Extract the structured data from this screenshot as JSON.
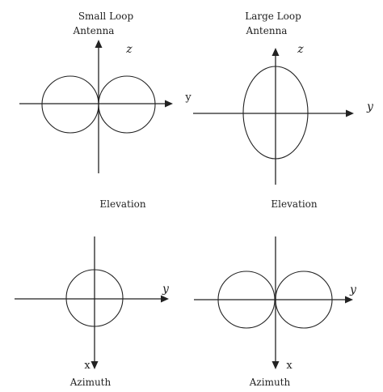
{
  "panels": {
    "small_elevation": {
      "title_line1": "Small Loop",
      "title_line2": "Antenna",
      "axis_vertical": "z",
      "axis_horizontal": "y",
      "caption": "Elevation"
    },
    "large_elevation": {
      "title_line1": "Large Loop",
      "title_line2": "Antenna",
      "axis_vertical": "z",
      "axis_horizontal": "y",
      "caption": "Elevation"
    },
    "small_azimuth": {
      "axis_horizontal": "y",
      "axis_vertical": "x",
      "caption": "Azimuth"
    },
    "large_azimuth": {
      "axis_horizontal": "y",
      "axis_vertical": "x",
      "caption": "Azimuth"
    }
  }
}
